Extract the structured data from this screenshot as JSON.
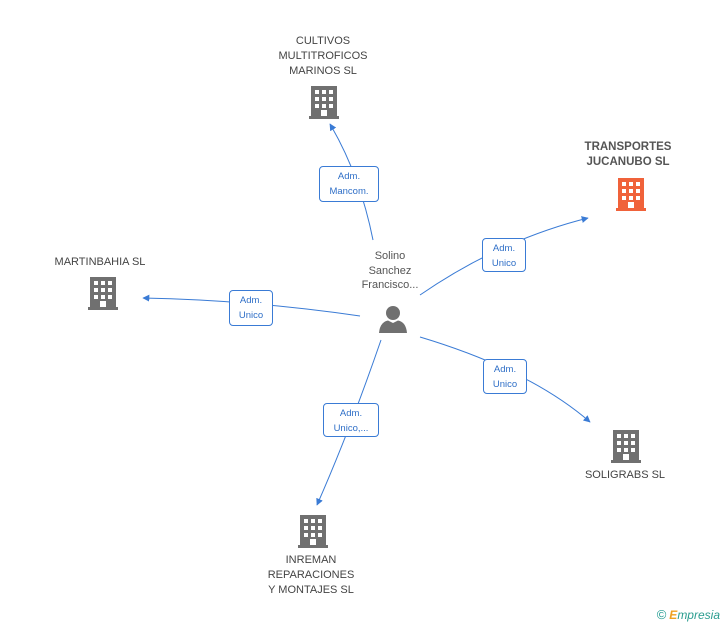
{
  "colors": {
    "edge": "#3a7bd5",
    "building": "#707070",
    "building_highlight": "#f0623a",
    "person": "#707070"
  },
  "person": {
    "name": "Solino\nSanchez\nFrancisco...",
    "icon": "person-icon"
  },
  "companies": [
    {
      "id": "cultivos",
      "name": "CULTIVOS\nMULTITROFICOS\nMARINOS SL",
      "icon": "building-icon",
      "highlight": false
    },
    {
      "id": "transportes",
      "name": "TRANSPORTES\nJUCANUBO SL",
      "icon": "building-icon",
      "highlight": true
    },
    {
      "id": "martinbahia",
      "name": "MARTINBAHIA SL",
      "icon": "building-icon",
      "highlight": false
    },
    {
      "id": "soligrabs",
      "name": "SOLIGRABS SL",
      "icon": "building-icon",
      "highlight": false
    },
    {
      "id": "inreman",
      "name": "INREMAN\nREPARACIONES\nY MONTAJES SL",
      "icon": "building-icon",
      "highlight": false
    }
  ],
  "relations": [
    {
      "to": "cultivos",
      "label": "Adm.\nMancom."
    },
    {
      "to": "transportes",
      "label": "Adm.\nUnico"
    },
    {
      "to": "martinbahia",
      "label": "Adm.\nUnico"
    },
    {
      "to": "soligrabs",
      "label": "Adm.\nUnico"
    },
    {
      "to": "inreman",
      "label": "Adm.\nUnico,..."
    }
  ],
  "footer": {
    "copyright": "©",
    "brand_initial": "E",
    "brand_rest": "mpresia"
  }
}
